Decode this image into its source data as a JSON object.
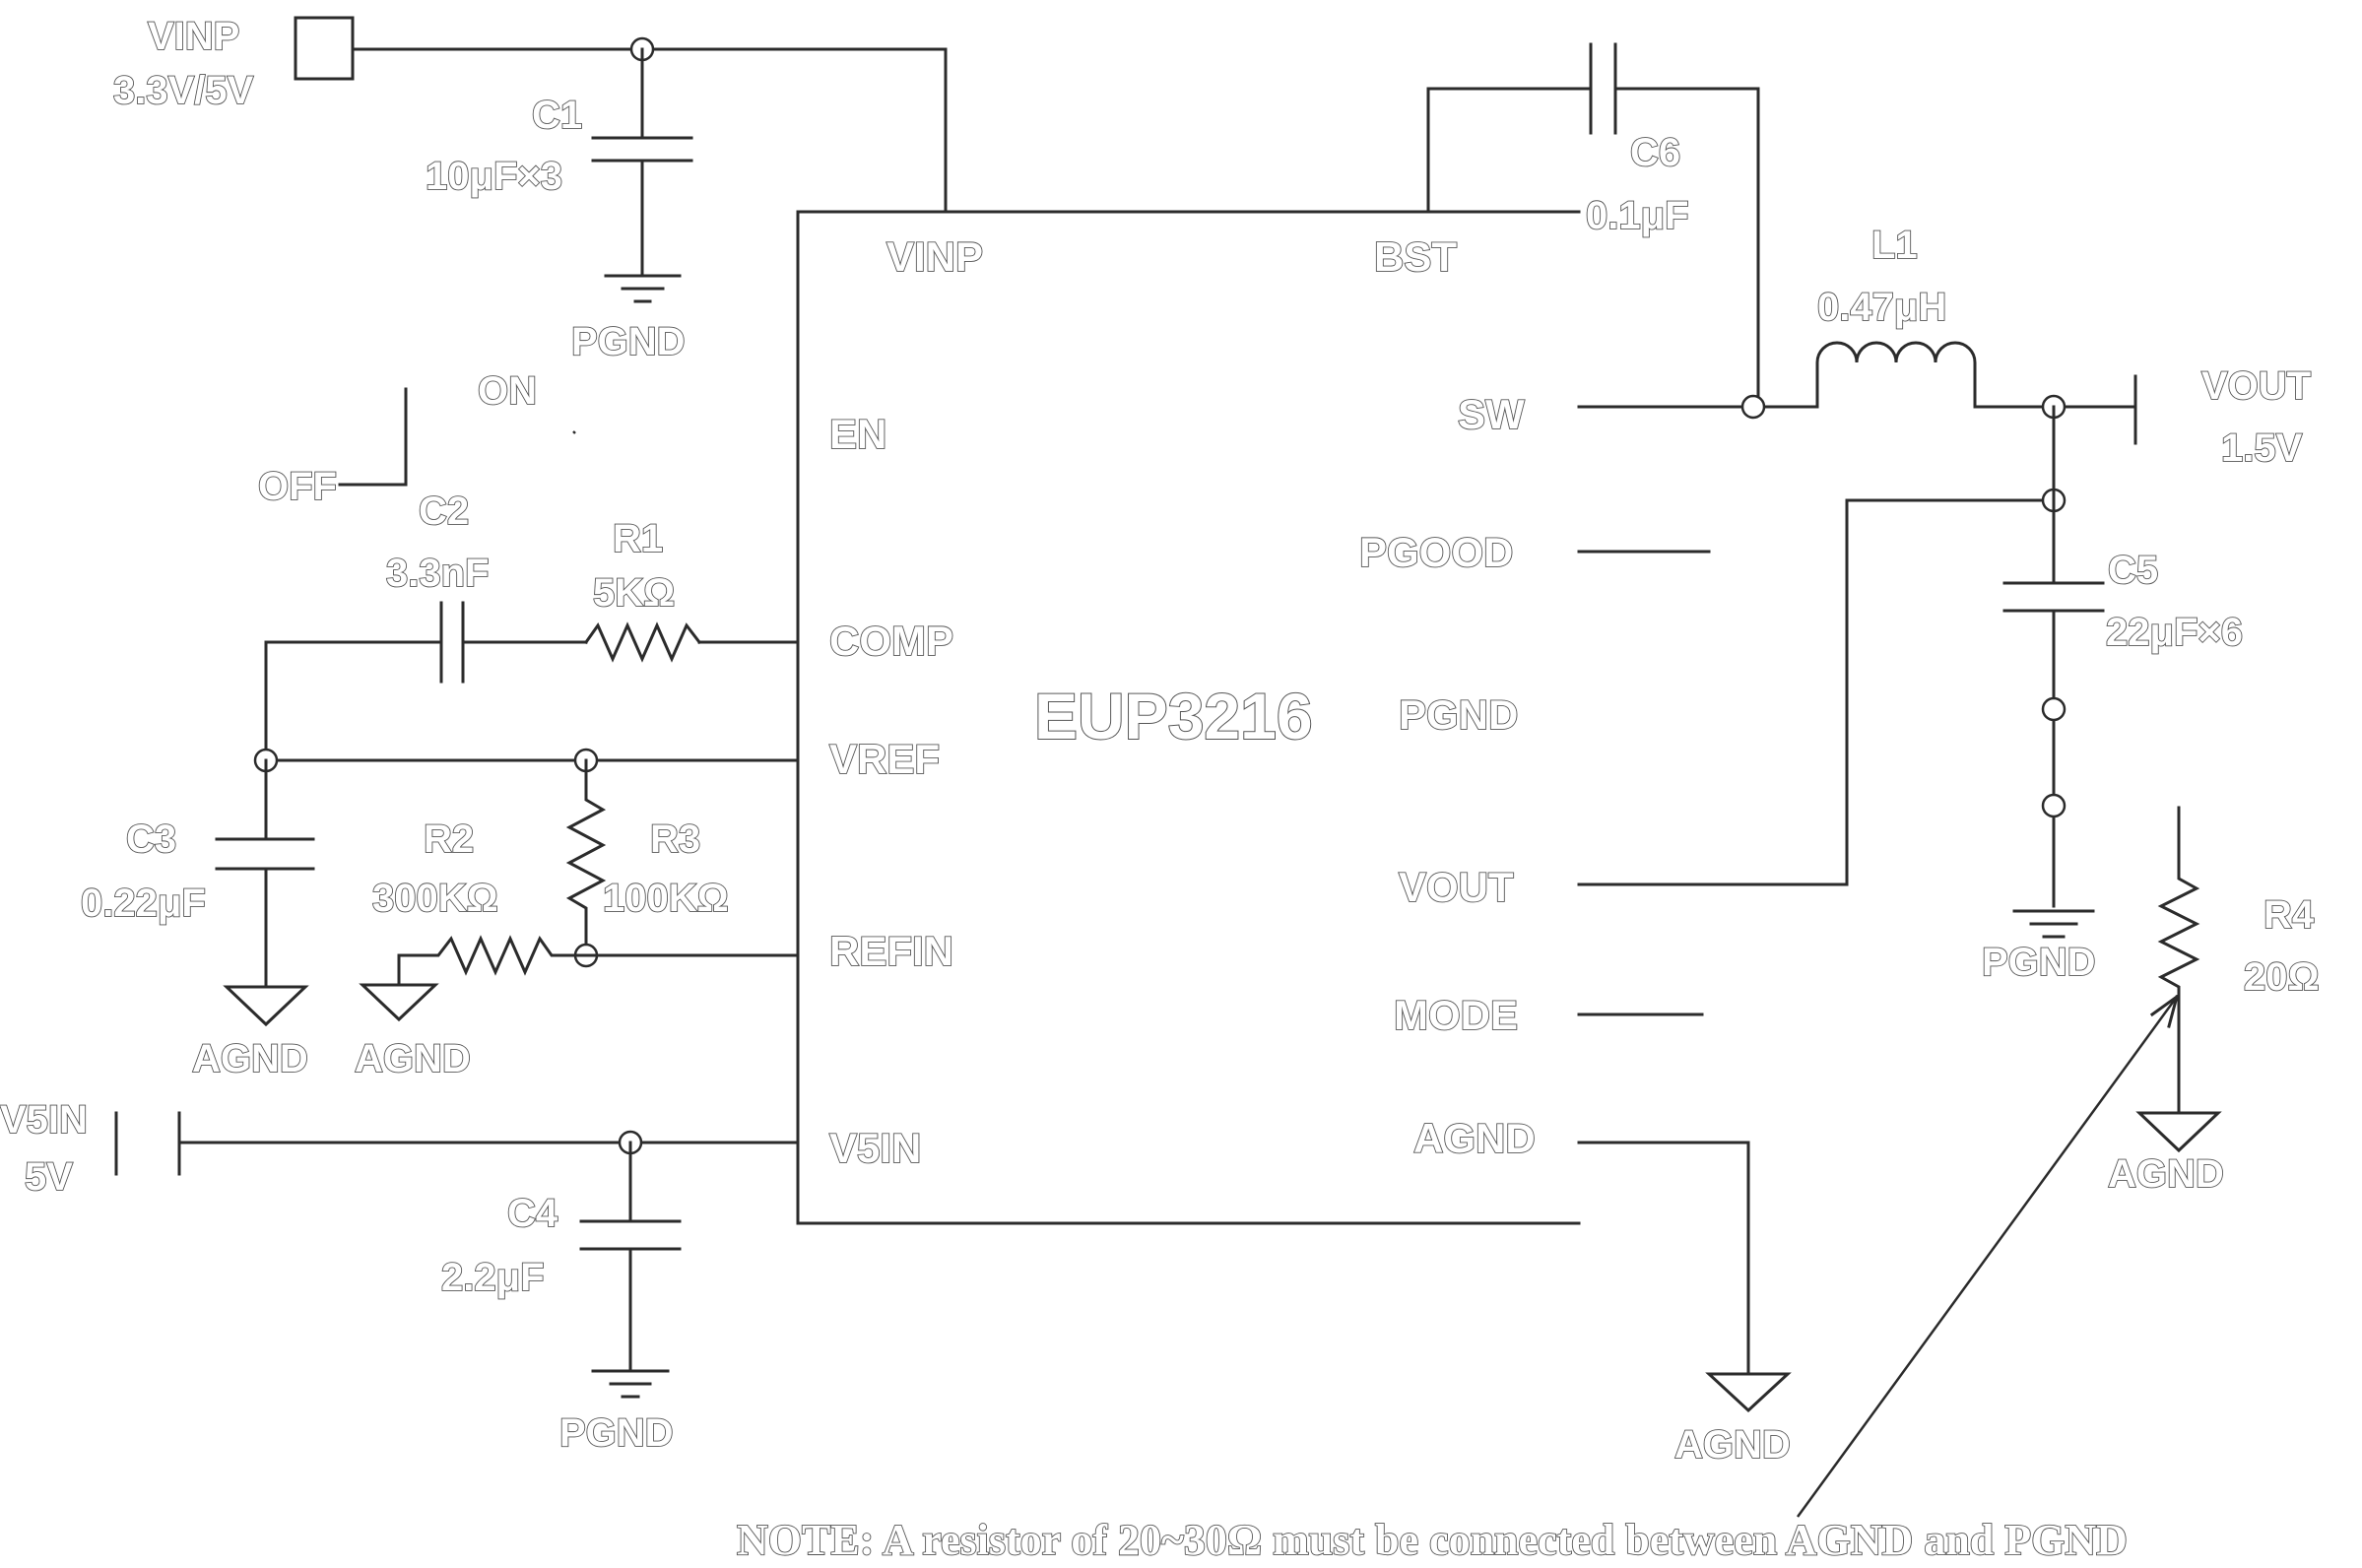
{
  "chip": {
    "name": "EUP3216"
  },
  "pins_left": [
    "VINP",
    "EN",
    "COMP",
    "VREF",
    "REFIN",
    "V5IN"
  ],
  "pins_right": [
    "BST",
    "SW",
    "PGOOD",
    "PGND",
    "VOUT",
    "MODE",
    "AGND"
  ],
  "inputs": {
    "vinp": {
      "name": "VINP",
      "value": "3.3V/5V"
    },
    "v5in": {
      "name": "V5IN",
      "value": "5V"
    },
    "en_switch": {
      "on": "ON",
      "off": "OFF"
    }
  },
  "output": {
    "name": "VOUT",
    "value": "1.5V"
  },
  "components": {
    "C1": {
      "ref": "C1",
      "value": "10μF×3"
    },
    "C2": {
      "ref": "C2",
      "value": "3.3nF"
    },
    "C3": {
      "ref": "C3",
      "value": "0.22μF"
    },
    "C4": {
      "ref": "C4",
      "value": "2.2μF"
    },
    "C5": {
      "ref": "C5",
      "value": "22μF×6"
    },
    "C6": {
      "ref": "C6",
      "value": "0.1μF"
    },
    "R1": {
      "ref": "R1",
      "value": "5KΩ"
    },
    "R2": {
      "ref": "R2",
      "value": "300KΩ"
    },
    "R3": {
      "ref": "R3",
      "value": "100KΩ"
    },
    "R4": {
      "ref": "R4",
      "value": "20Ω"
    },
    "L1": {
      "ref": "L1",
      "value": "0.47μH"
    }
  },
  "grounds": {
    "pgnd": "PGND",
    "agnd": "AGND"
  },
  "note": "NOTE: A resistor of 20~30Ω must be connected between AGND and PGND"
}
